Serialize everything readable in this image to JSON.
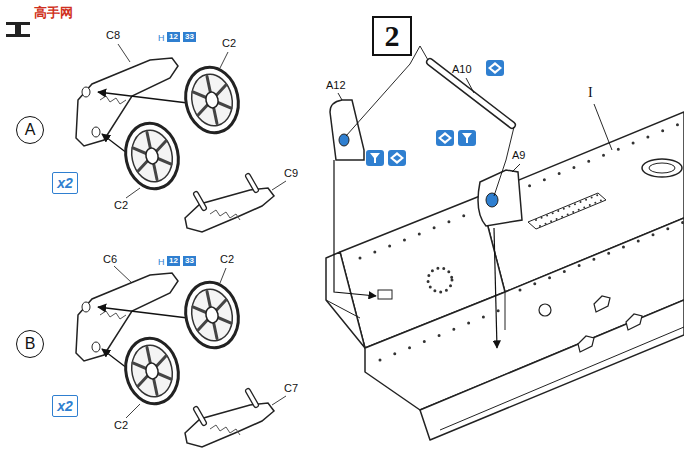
{
  "diagram": {
    "nodes": [
      {
        "text": [
          "A"
        ]
      },
      {
        "text": [
          "x2"
        ]
      },
      {
        "text": [
          "B"
        ]
      },
      {
        "text": [
          "x2"
        ]
      },
      {
        "text": [
          "2"
        ]
      }
    ],
    "labels": [
      "高手网",
      "C8",
      "H",
      "12",
      "33",
      "C2",
      "C9",
      "C2",
      "C6",
      "H",
      "12",
      "33",
      "C2",
      "C7",
      "C2",
      "A12",
      "A10",
      "A9",
      "I"
    ]
  }
}
